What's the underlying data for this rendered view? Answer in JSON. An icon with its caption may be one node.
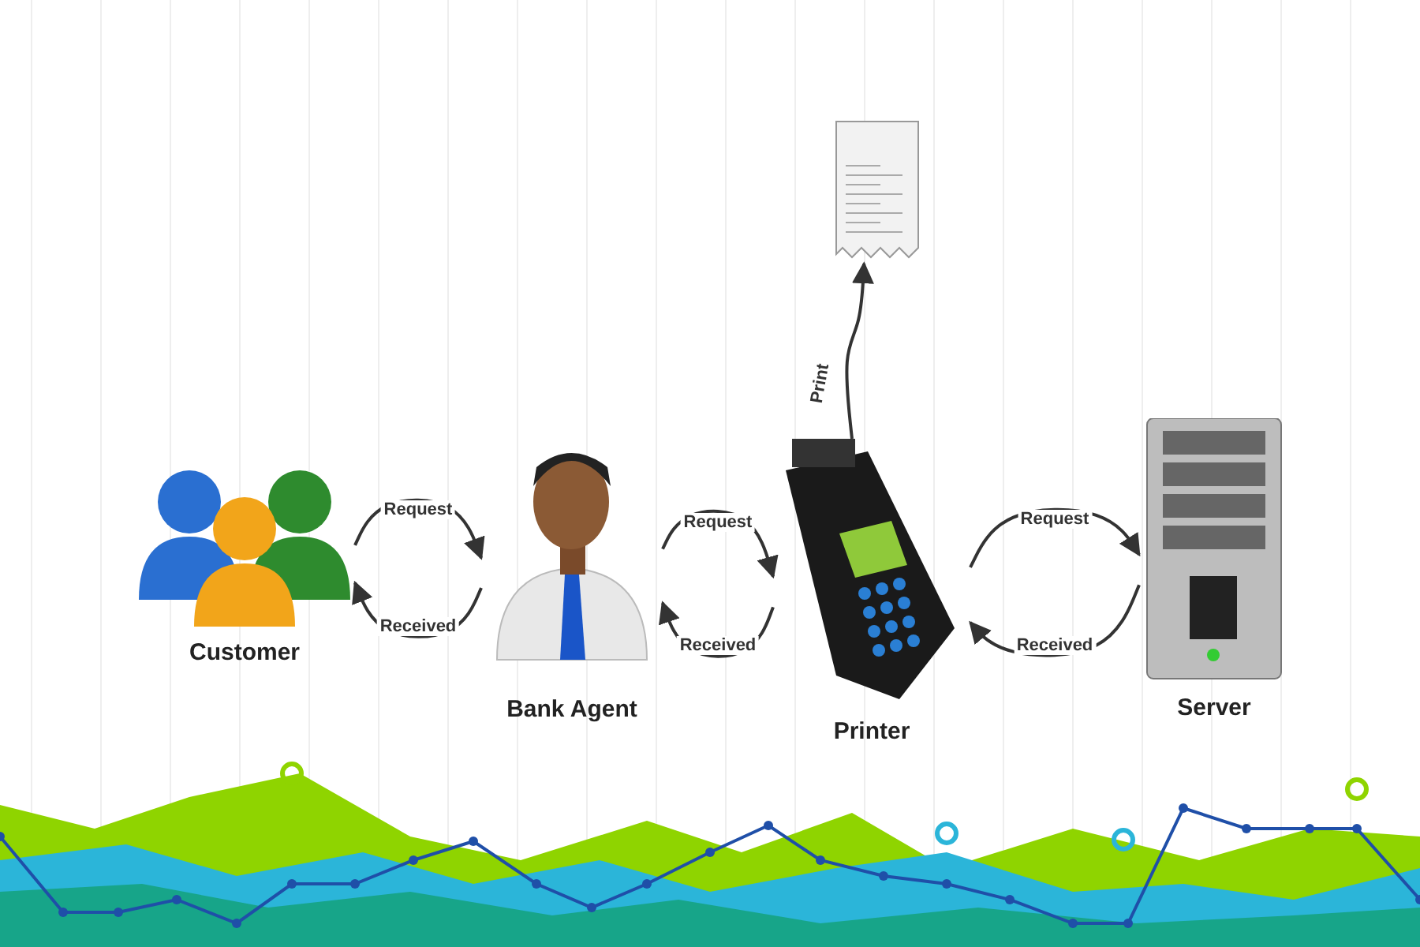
{
  "diagram": {
    "nodes": [
      {
        "text": [
          "Customer"
        ]
      },
      {
        "text": [
          "Bank Agent"
        ]
      },
      {
        "text": [
          "Printer"
        ]
      },
      {
        "text": [
          "Server"
        ]
      },
      {
        "text": [],
        "shape": "picture"
      }
    ],
    "edges": [
      {
        "from": 0,
        "to": 1,
        "arrow": "to",
        "label": "Request"
      },
      {
        "from": 1,
        "to": 0,
        "arrow": "to",
        "label": "Received"
      },
      {
        "from": 1,
        "to": 2,
        "arrow": "to",
        "label": "Request"
      },
      {
        "from": 2,
        "to": 1,
        "arrow": "to",
        "label": "Received"
      },
      {
        "from": 2,
        "to": 3,
        "arrow": "to",
        "label": "Request"
      },
      {
        "from": 3,
        "to": 2,
        "arrow": "to",
        "label": "Received"
      },
      {
        "from": 2,
        "to": 4,
        "arrow": "to",
        "label": "Print"
      }
    ]
  }
}
